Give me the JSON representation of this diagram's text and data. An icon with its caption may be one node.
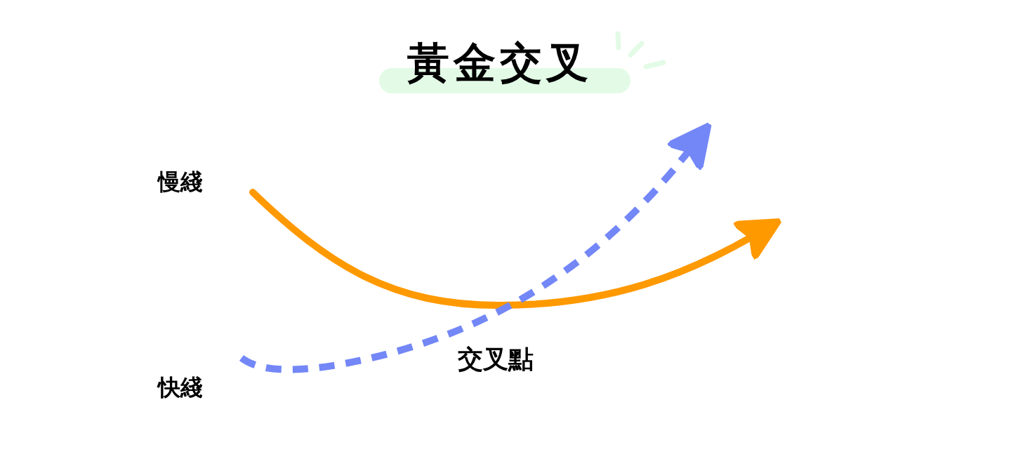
{
  "diagram": {
    "title": "黃金交叉",
    "nodes": [
      {
        "text": [
          "慢綫"
        ]
      },
      {
        "text": [
          "快綫"
        ]
      }
    ],
    "edges": [
      {
        "from": 0,
        "to": null,
        "arrow": "to",
        "color": "#ff9900"
      },
      {
        "from": 1,
        "to": null,
        "arrow": "to",
        "style": "dashed",
        "color": "#7387f7"
      }
    ],
    "labels": [
      "交叉點"
    ]
  }
}
